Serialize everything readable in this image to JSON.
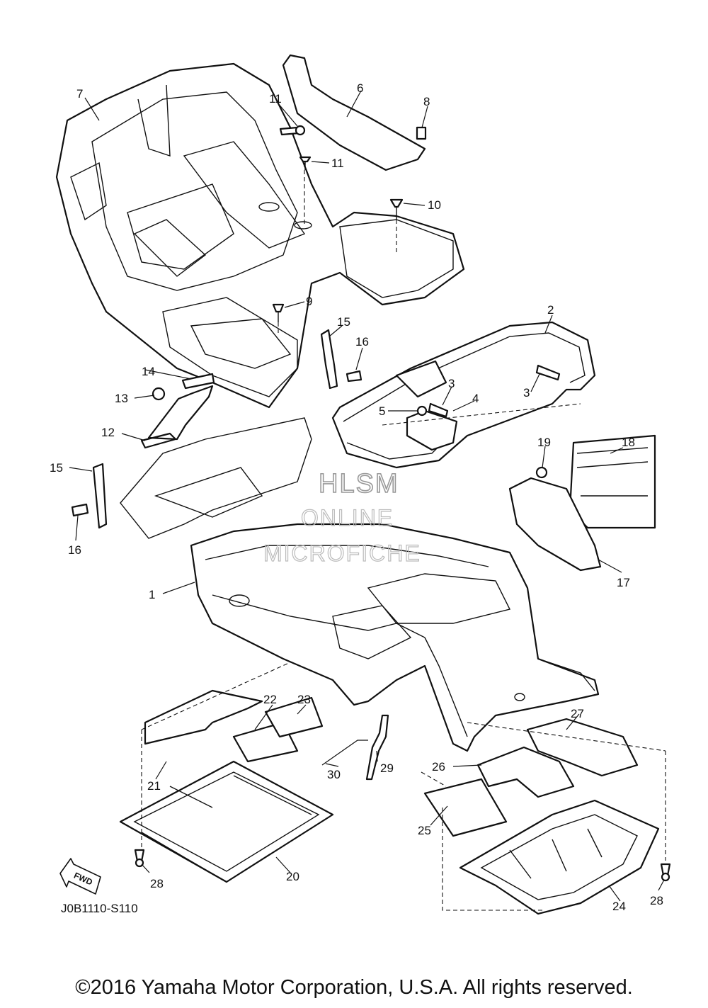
{
  "watermark": {
    "line1": "HLSM",
    "line2": "ONLINE",
    "line3": "MICROFICHE"
  },
  "diagram_code": "J0B1110-S110",
  "fwd_label": "FWD",
  "copyright": "©2016 Yamaha Motor Corporation, U.S.A. All rights reserved.",
  "callouts": {
    "p1": "1",
    "p2": "2",
    "p3a": "3",
    "p3b": "3",
    "p4": "4",
    "p5": "5",
    "p6": "6",
    "p7": "7",
    "p8": "8",
    "p9": "9",
    "p10": "10",
    "p11a": "11",
    "p11b": "11",
    "p12": "12",
    "p13": "13",
    "p14": "14",
    "p15a": "15",
    "p15b": "15",
    "p16a": "16",
    "p16b": "16",
    "p17": "17",
    "p18": "18",
    "p19": "19",
    "p20": "20",
    "p21": "21",
    "p22": "22",
    "p23": "23",
    "p24": "24",
    "p25": "25",
    "p26": "26",
    "p27": "27",
    "p28a": "28",
    "p28b": "28",
    "p29": "29",
    "p30": "30"
  }
}
